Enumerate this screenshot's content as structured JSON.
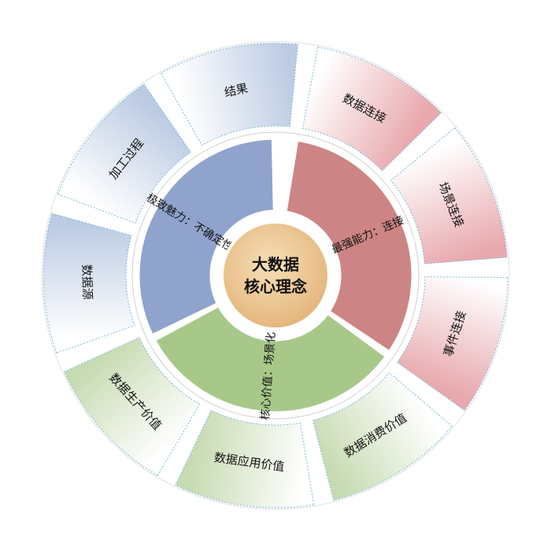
{
  "colors": {
    "red": "#cc8584",
    "green": "#a8c88a",
    "blue": "#8fa3cc",
    "center": "#e2b276",
    "outer_red": "#e8a8ad",
    "outer_green": "#c7dbb2",
    "outer_blue": "#bccbe3"
  },
  "center": {
    "line1": "大数据",
    "line2": "核心理念"
  },
  "inner": [
    {
      "label": "最强能力：连接",
      "color": "red"
    },
    {
      "label": "核心价值：场景化",
      "color": "green"
    },
    {
      "label": "极致魅力：不确定性",
      "color": "blue"
    }
  ],
  "outer": [
    {
      "label": "数据连接",
      "color": "red"
    },
    {
      "label": "场景连接",
      "color": "red"
    },
    {
      "label": "事件连接",
      "color": "red"
    },
    {
      "label": "数据消费价值",
      "color": "green"
    },
    {
      "label": "数据应用价值",
      "color": "green"
    },
    {
      "label": "数据生产价值",
      "color": "green"
    },
    {
      "label": "数据源",
      "color": "blue"
    },
    {
      "label": "加工过程",
      "color": "blue"
    },
    {
      "label": "结果",
      "color": "blue"
    }
  ]
}
